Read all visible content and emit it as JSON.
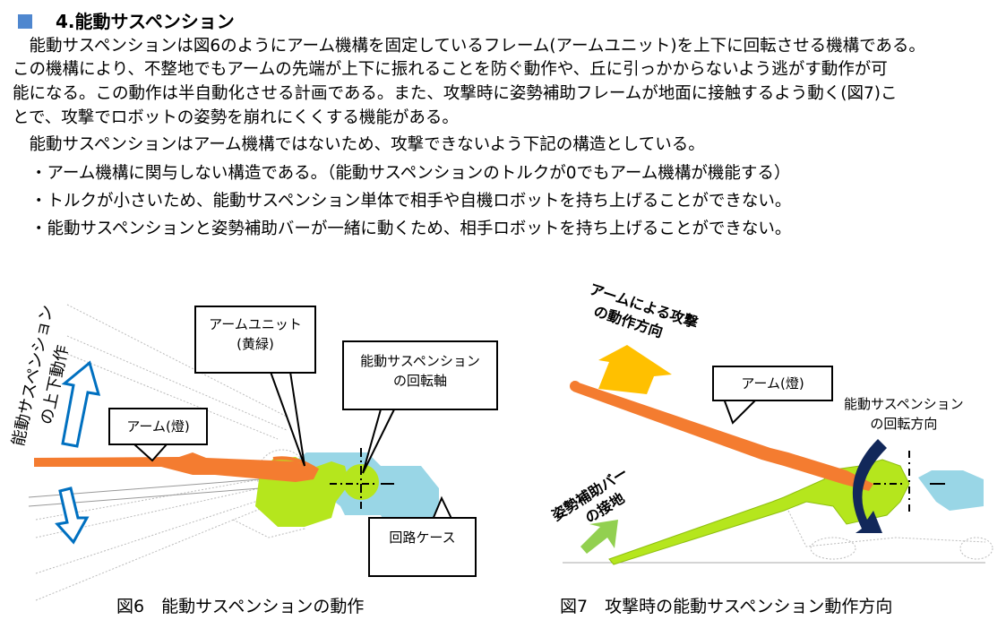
{
  "section": {
    "number_title": "4.能動サスペンション"
  },
  "body": {
    "lines": [
      "　能動サスペンションは図6のようにアーム機構を固定しているフレーム(アームユニット)を上下に回転させる機構である。",
      "この機構により、不整地でもアームの先端が上下に振れることを防ぐ動作や、丘に引っかからないよう逃がす動作が可",
      "能になる。この動作は半自動化させる計画である。また、攻撃時に姿勢補助フレームが地面に接触するよう動く(図7)こ",
      "とで、攻撃でロボットの姿勢を崩れにくくする機能がある。",
      "　能動サスペンションはアーム機構ではないため、攻撃できないよう下記の構造としている。"
    ],
    "bullets": [
      "・アーム機構に関与しない構造である。（能動サスペンションのトルクが0でもアーム機構が機能する）",
      "・トルクが小さいため、能動サスペンション単体で相手や自機ロボットを持ち上げることができない。",
      "・能動サスペンションと姿勢補助バーが一緒に動くため、相手ロボットを持ち上げることができない。"
    ]
  },
  "figure6": {
    "caption": "図6　能動サスペンションの動作",
    "rotated_label": [
      "能動サスペンション",
      "の上下動作"
    ],
    "callouts": {
      "arm_unit": [
        "アームユニット",
        "(黄緑)"
      ],
      "axis": [
        "能動サスペンション",
        "の回転軸"
      ],
      "arm": "アーム(燈)",
      "case": "回路ケース"
    }
  },
  "figure7": {
    "caption": "図7　攻撃時の能動サスペンション動作方向",
    "attack_label": [
      "アームによる攻撃",
      "の動作方向"
    ],
    "bar_label": [
      "姿勢補助バー",
      "の接地"
    ],
    "arm_callout": "アーム(燈)",
    "rotation_label": [
      "能動サスペンション",
      "の回転方向"
    ]
  },
  "colors": {
    "orange": "#f47c30",
    "lime": "#b5e61d",
    "blue": "#0070c0",
    "case": "#99d6e6",
    "yellow": "#ffc000",
    "green": "#92d050",
    "navy": "#12285a"
  }
}
